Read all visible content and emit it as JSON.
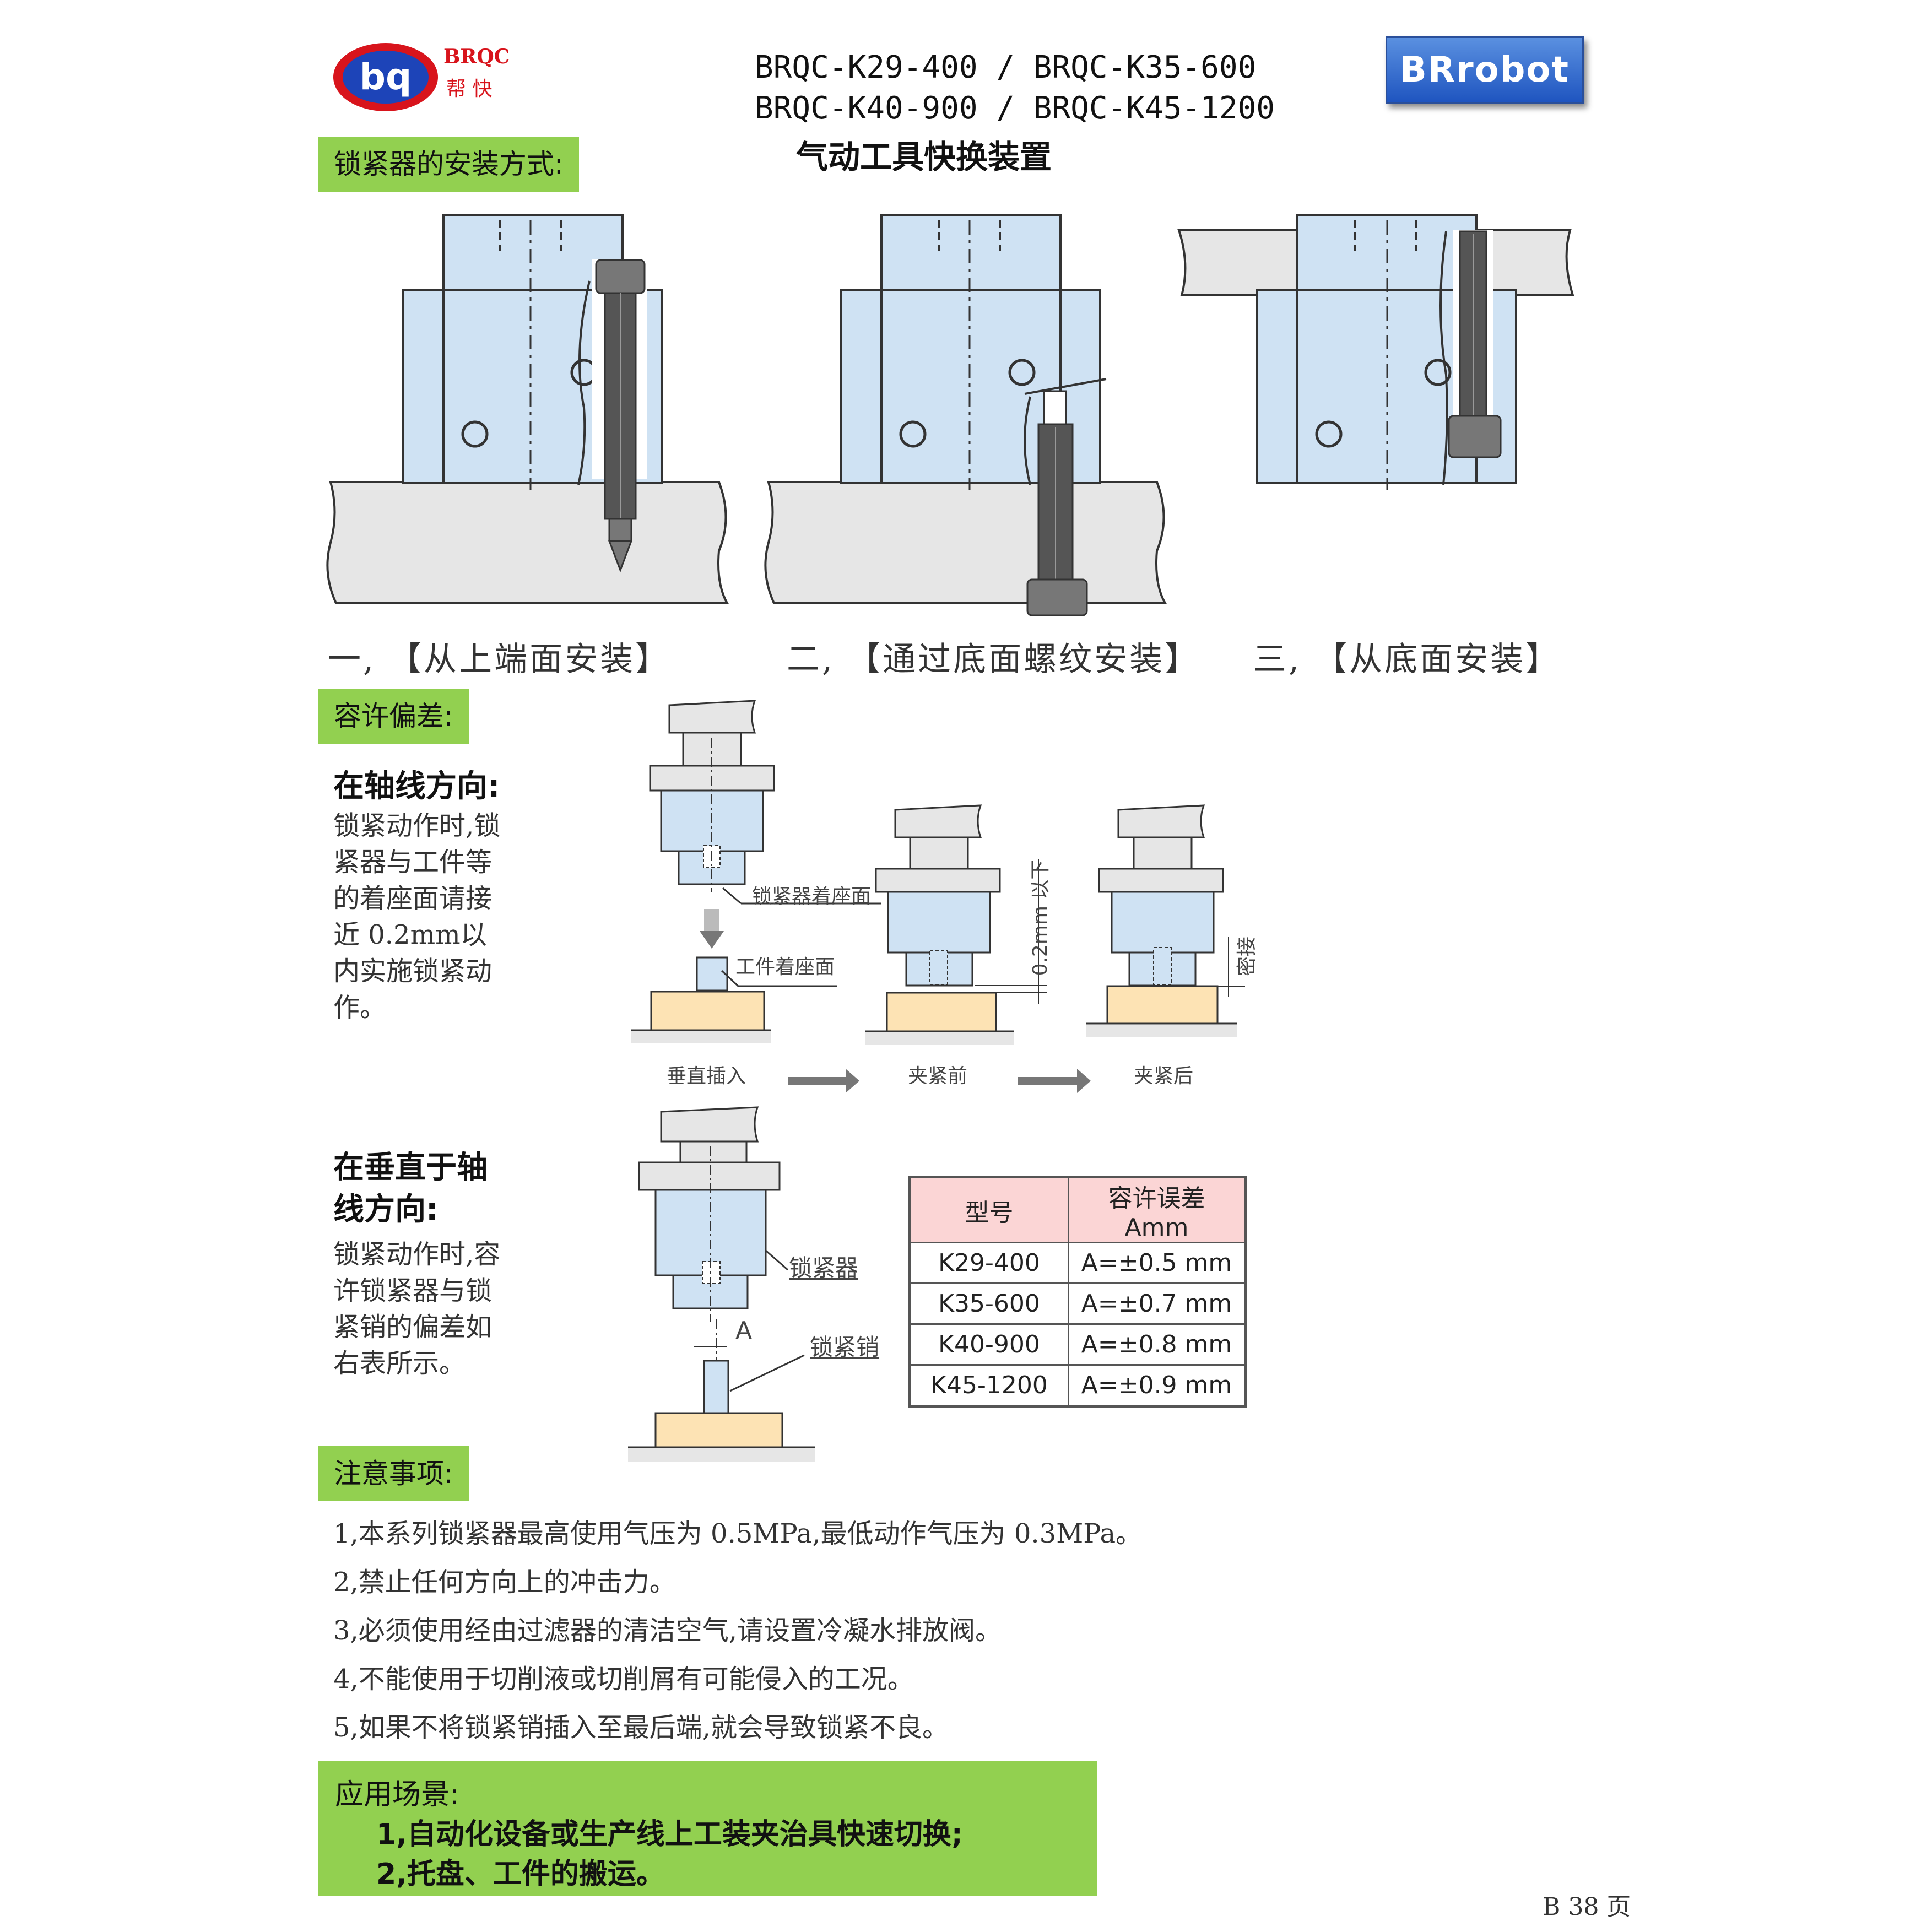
{
  "header": {
    "logo_text_en": "BRQC",
    "logo_text_cn": "帮 快",
    "logo_mark": "bq",
    "title_line1": "BRQC-K29-400 / BRQC-K35-600",
    "title_line2": "BRQC-K40-900 / BRQC-K45-1200",
    "subtitle": "气动工具快换装置",
    "brand_button": "BRrobot"
  },
  "sections": {
    "install_label": "锁紧器的安装方式:",
    "tolerance_label": "容许偏差:",
    "notes_label": "注意事项:"
  },
  "install_methods": {
    "m1": "一, 【从上端面安装】",
    "m2": "二, 【通过底面螺纹安装】",
    "m3": "三, 【从底面安装】"
  },
  "axial": {
    "heading": "在轴线方向:",
    "text": "锁紧动作时,锁紧器与工件等的着座面请接近 0.2mm以内实施锁紧动作。",
    "label_locker_seat": "锁紧器着座面",
    "label_work_seat": "工件着座面",
    "label_gap": "0.2mm 以下",
    "label_contact": "密接",
    "step1": "垂直插入",
    "step2": "夹紧前",
    "step3": "夹紧后"
  },
  "radial": {
    "heading": "在垂直于轴线方向:",
    "text": "锁紧动作时,容许锁紧器与锁紧销的偏差如右表所示。",
    "label_locker": "锁紧器",
    "label_pin": "锁紧销",
    "label_a": "A"
  },
  "tolerance_table": {
    "headers": [
      "型号",
      "容许误差 Amm"
    ],
    "rows": [
      [
        "K29-400",
        "A=±0.5 mm"
      ],
      [
        "K35-600",
        "A=±0.7 mm"
      ],
      [
        "K40-900",
        "A=±0.8 mm"
      ],
      [
        "K45-1200",
        "A=±0.9 mm"
      ]
    ]
  },
  "notes": [
    "1,本系列锁紧器最高使用气压为 0.5MPa,最低动作气压为 0.3MPa。",
    "2,禁止任何方向上的冲击力。",
    "3,必须使用经由过滤器的清洁空气,请设置冷凝水排放阀。",
    "4,不能使用于切削液或切削屑有可能侵入的工况。",
    "5,如果不将锁紧销插入至最后端,就会导致锁紧不良。"
  ],
  "application": {
    "title": "应用场景:",
    "items": [
      "1,自动化设备或生产线上工装夹治具快速切换;",
      "2,托盘、工件的搬运。"
    ]
  },
  "footer": {
    "page": "B 38 页"
  },
  "colors": {
    "green": "#92d050",
    "body_blue": "#cfe2f3",
    "plate_gray": "#e6e6e6",
    "bolt_dark": "#555555",
    "work_tan": "#fde3b4",
    "table_head": "#fbd5d5"
  }
}
